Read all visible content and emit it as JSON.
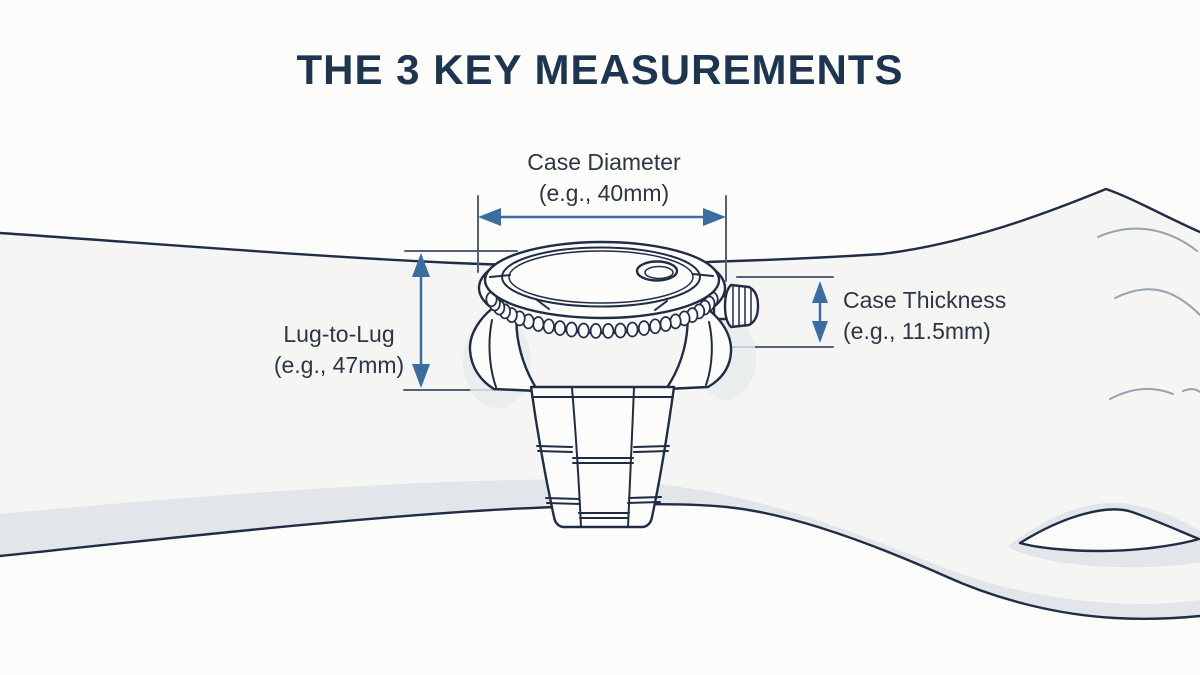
{
  "title": "THE 3 KEY MEASUREMENTS",
  "measurements": {
    "case_diameter": {
      "label": "Case Diameter",
      "example": "(e.g., 40mm)"
    },
    "case_thickness": {
      "label": "Case Thickness",
      "example": "(e.g., 11.5mm)"
    },
    "lug_to_lug": {
      "label": "Lug-to-Lug",
      "example": "(e.g., 47mm)"
    }
  },
  "colors": {
    "background": "#fcfcfa",
    "skin": "#f5f6f3",
    "shadow": "#e2e5e9",
    "outline": "#1f2d45",
    "crease": "#94a3b1",
    "accent": "#3a6da0",
    "tick": "#51627a",
    "title": "#1e3552",
    "label": "#2c3644"
  }
}
